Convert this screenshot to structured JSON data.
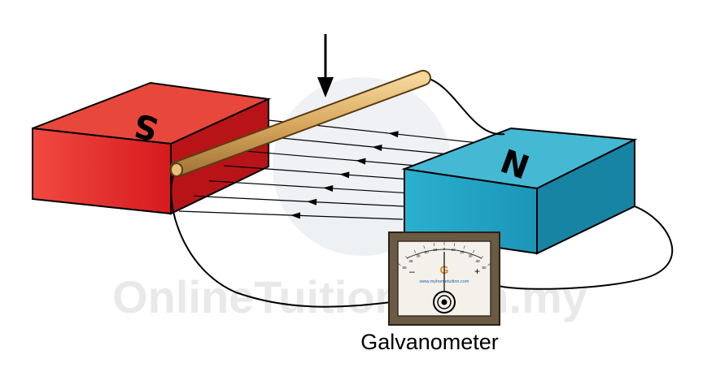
{
  "magnet_south": {
    "label": "S",
    "color_front": "#e11d22",
    "color_top": "#e8473b",
    "color_side": "#b81418"
  },
  "magnet_north": {
    "label": "N",
    "color_front": "#1fa3c4",
    "color_top": "#45b8d4",
    "color_side": "#1784a3"
  },
  "rod": {
    "color": "#d9a85f"
  },
  "field_lines": {
    "count": 7,
    "direction": "north-to-south"
  },
  "motion_arrow": {
    "direction": "down"
  },
  "galvanometer": {
    "symbol": "G",
    "url": "www.myhometuition.com",
    "minus": "–",
    "plus": "+",
    "scale_ticks": [
      "50",
      "40",
      "30",
      "20",
      "10",
      "0",
      "10",
      "20",
      "30",
      "40",
      "50"
    ],
    "frame_color": "#6b5a44",
    "caption": "Galvanometer"
  },
  "watermark": {
    "text": "OnlineTuition.com.my"
  }
}
